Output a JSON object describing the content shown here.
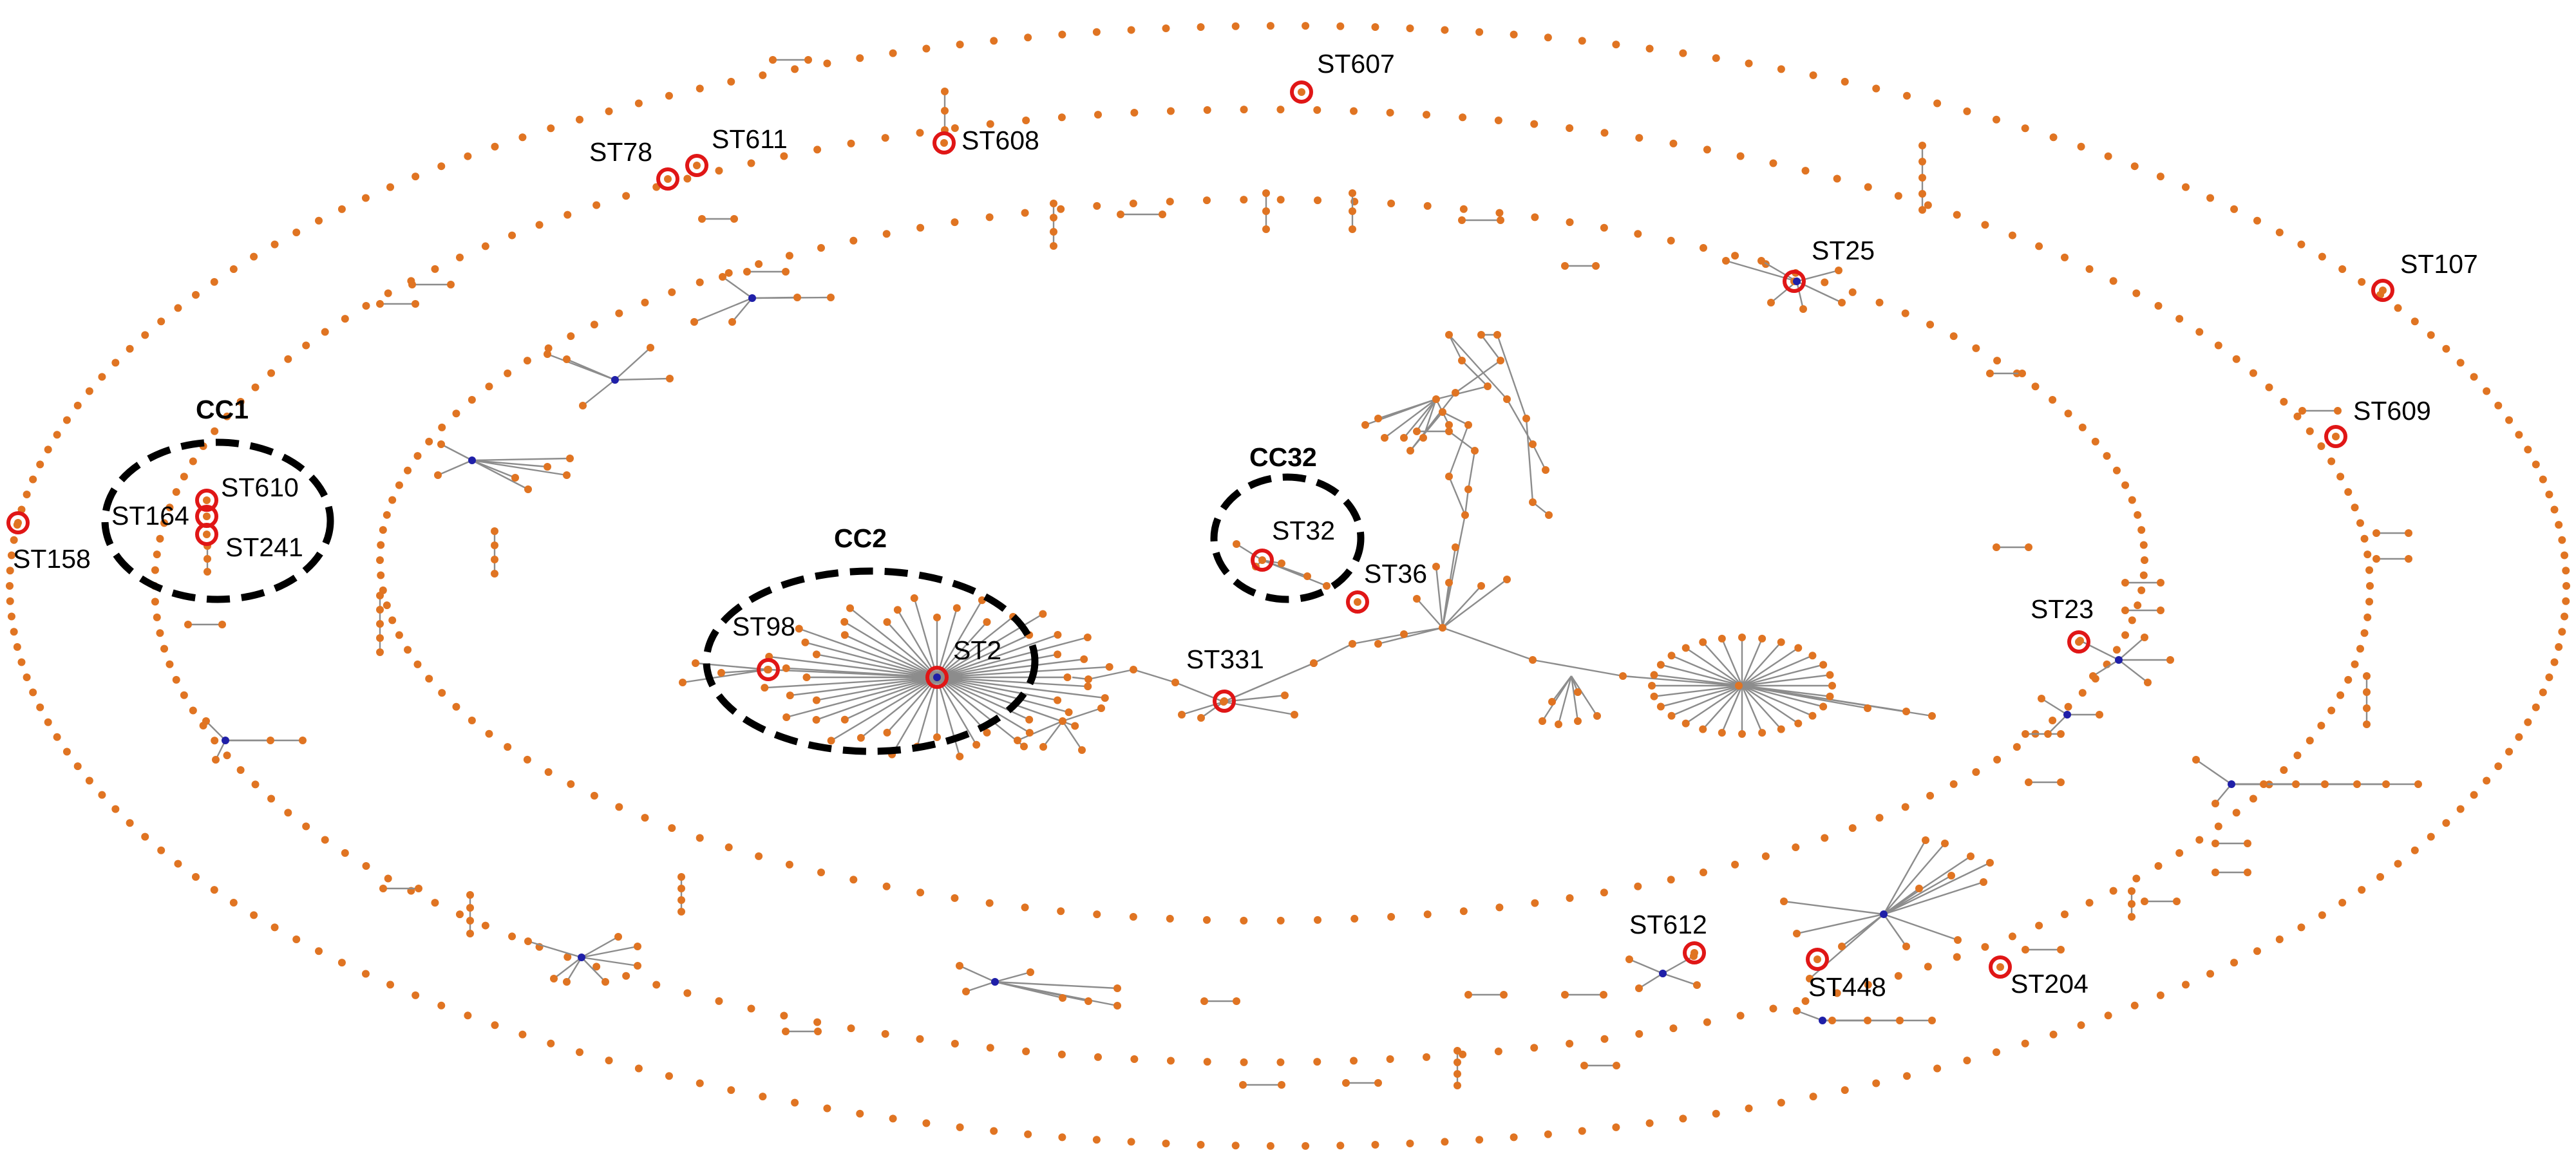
{
  "colors": {
    "node": "#e07422",
    "hub": "#1f1fa8",
    "edge": "#8c8c8c",
    "highlight_ring": "#e01616",
    "cluster_outline": "#000000"
  },
  "clonal_complexes": [
    {
      "label": "CC1"
    },
    {
      "label": "CC2"
    },
    {
      "label": "CC32"
    }
  ],
  "sequence_types": [
    {
      "label": "ST607"
    },
    {
      "label": "ST608"
    },
    {
      "label": "ST611"
    },
    {
      "label": "ST78"
    },
    {
      "label": "ST25"
    },
    {
      "label": "ST107"
    },
    {
      "label": "ST609"
    },
    {
      "label": "ST610"
    },
    {
      "label": "ST164"
    },
    {
      "label": "ST241"
    },
    {
      "label": "ST158"
    },
    {
      "label": "ST32"
    },
    {
      "label": "ST36"
    },
    {
      "label": "ST98"
    },
    {
      "label": "ST2"
    },
    {
      "label": "ST331"
    },
    {
      "label": "ST23"
    },
    {
      "label": "ST612"
    },
    {
      "label": "ST448"
    },
    {
      "label": "ST204"
    }
  ]
}
